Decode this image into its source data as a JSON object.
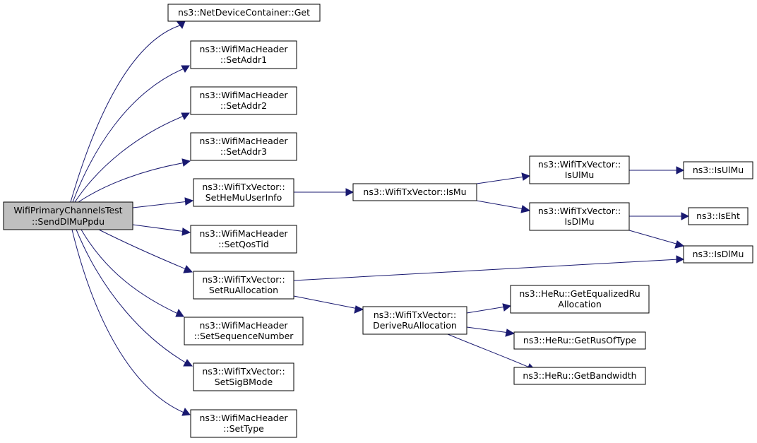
{
  "colors": {
    "edge": "#191970",
    "root_fill": "#bfbfbf",
    "node_fill": "#ffffff",
    "node_border": "#000000"
  },
  "nodes": {
    "root": [
      "WifiPrimaryChannelsTest",
      "::SendDlMuPpdu"
    ],
    "netdev_get": [
      "ns3::NetDeviceContainer::Get"
    ],
    "set_addr1": [
      "ns3::WifiMacHeader",
      "::SetAddr1"
    ],
    "set_addr2": [
      "ns3::WifiMacHeader",
      "::SetAddr2"
    ],
    "set_addr3": [
      "ns3::WifiMacHeader",
      "::SetAddr3"
    ],
    "set_he_mu_user_info": [
      "ns3::WifiTxVector::",
      "SetHeMuUserInfo"
    ],
    "set_qos_tid": [
      "ns3::WifiMacHeader",
      "::SetQosTid"
    ],
    "set_ru_allocation": [
      "ns3::WifiTxVector::",
      "SetRuAllocation"
    ],
    "set_sequence_number": [
      "ns3::WifiMacHeader",
      "::SetSequenceNumber"
    ],
    "set_sigb_mode": [
      "ns3::WifiTxVector::",
      "SetSigBMode"
    ],
    "set_type": [
      "ns3::WifiMacHeader",
      "::SetType"
    ],
    "is_mu": [
      "ns3::WifiTxVector::IsMu"
    ],
    "derive_ru_allocation": [
      "ns3::WifiTxVector::",
      "DeriveRuAllocation"
    ],
    "is_ul_mu_method": [
      "ns3::WifiTxVector::",
      "IsUlMu"
    ],
    "is_dl_mu_method": [
      "ns3::WifiTxVector::",
      "IsDlMu"
    ],
    "get_equalized_ru_allocation": [
      "ns3::HeRu::GetEqualizedRu",
      "Allocation"
    ],
    "get_rus_of_type": [
      "ns3::HeRu::GetRusOfType"
    ],
    "get_bandwidth": [
      "ns3::HeRu::GetBandwidth"
    ],
    "is_ul_mu": [
      "ns3::IsUlMu"
    ],
    "is_eht": [
      "ns3::IsEht"
    ],
    "is_dl_mu": [
      "ns3::IsDlMu"
    ]
  },
  "edges": [
    [
      "root",
      "netdev_get"
    ],
    [
      "root",
      "set_addr1"
    ],
    [
      "root",
      "set_addr2"
    ],
    [
      "root",
      "set_addr3"
    ],
    [
      "root",
      "set_he_mu_user_info"
    ],
    [
      "root",
      "set_qos_tid"
    ],
    [
      "root",
      "set_ru_allocation"
    ],
    [
      "root",
      "set_sequence_number"
    ],
    [
      "root",
      "set_sigb_mode"
    ],
    [
      "root",
      "set_type"
    ],
    [
      "set_he_mu_user_info",
      "is_mu"
    ],
    [
      "is_mu",
      "is_ul_mu_method"
    ],
    [
      "is_mu",
      "is_dl_mu_method"
    ],
    [
      "is_ul_mu_method",
      "is_ul_mu"
    ],
    [
      "is_dl_mu_method",
      "is_eht"
    ],
    [
      "is_dl_mu_method",
      "is_dl_mu"
    ],
    [
      "set_ru_allocation",
      "is_dl_mu"
    ],
    [
      "set_ru_allocation",
      "derive_ru_allocation"
    ],
    [
      "derive_ru_allocation",
      "get_equalized_ru_allocation"
    ],
    [
      "derive_ru_allocation",
      "get_rus_of_type"
    ],
    [
      "derive_ru_allocation",
      "get_bandwidth"
    ]
  ]
}
